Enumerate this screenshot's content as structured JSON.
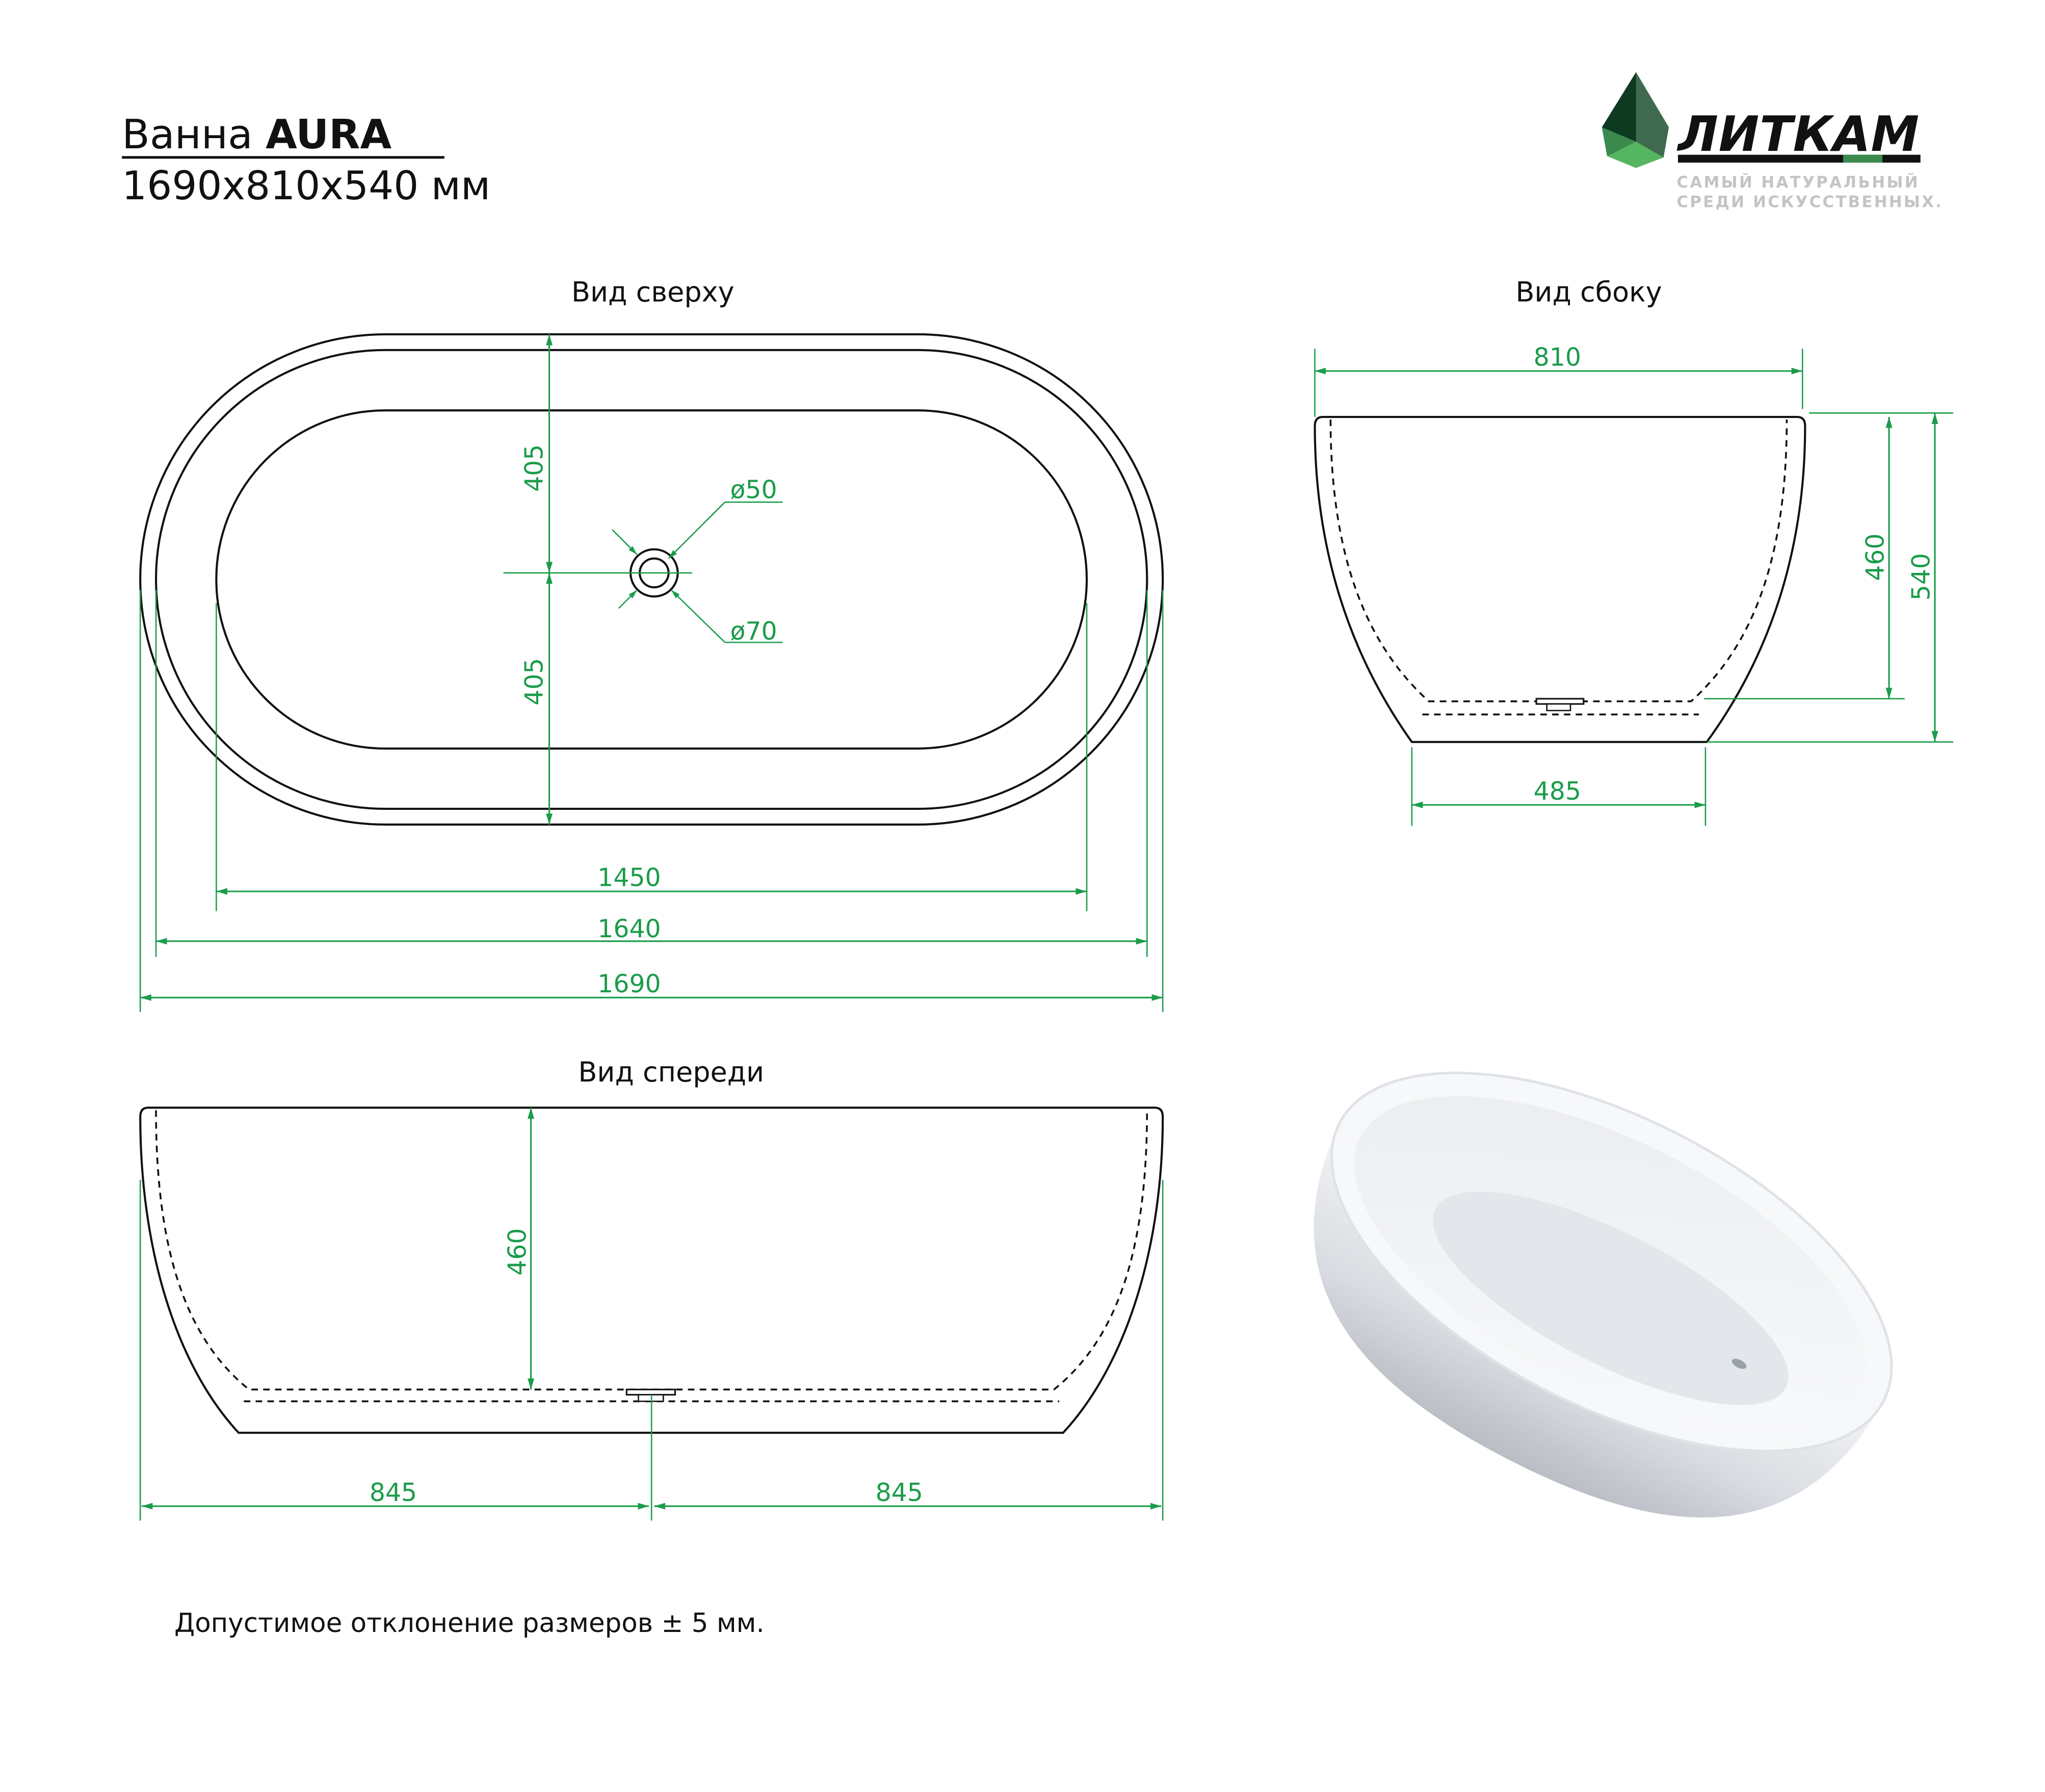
{
  "title": {
    "prefix": "Ванна ",
    "model": "AURA",
    "dimensions": "1690x810x540 мм"
  },
  "logo": {
    "brand": "ЛИТКАМ",
    "tagline_1": "САМЫЙ НАТУРАЛЬНЫЙ",
    "tagline_2": "СРЕДИ ИСКУССТВЕННЫХ."
  },
  "views": {
    "top": "Вид сверху",
    "side": "Вид сбоку",
    "front": "Вид спереди"
  },
  "top_dims": {
    "half_width_1": "405",
    "half_width_2": "405",
    "drain_inner": "ø50",
    "drain_outer": "ø70",
    "inner_length": "1450",
    "rim_length": "1640",
    "total_length": "1690"
  },
  "side_dims": {
    "width": "810",
    "inner_depth": "460",
    "height": "540",
    "base_width": "485"
  },
  "front_dims": {
    "depth": "460",
    "left_half": "845",
    "right_half": "845"
  },
  "note": "Допустимое отклонение размеров ± 5 мм.",
  "colors": {
    "dimension": "#1a9c4a",
    "line": "#111111",
    "logo_dark": "#0f3a22",
    "logo_light": "#52b35f",
    "tagline": "#c4c4c4"
  }
}
